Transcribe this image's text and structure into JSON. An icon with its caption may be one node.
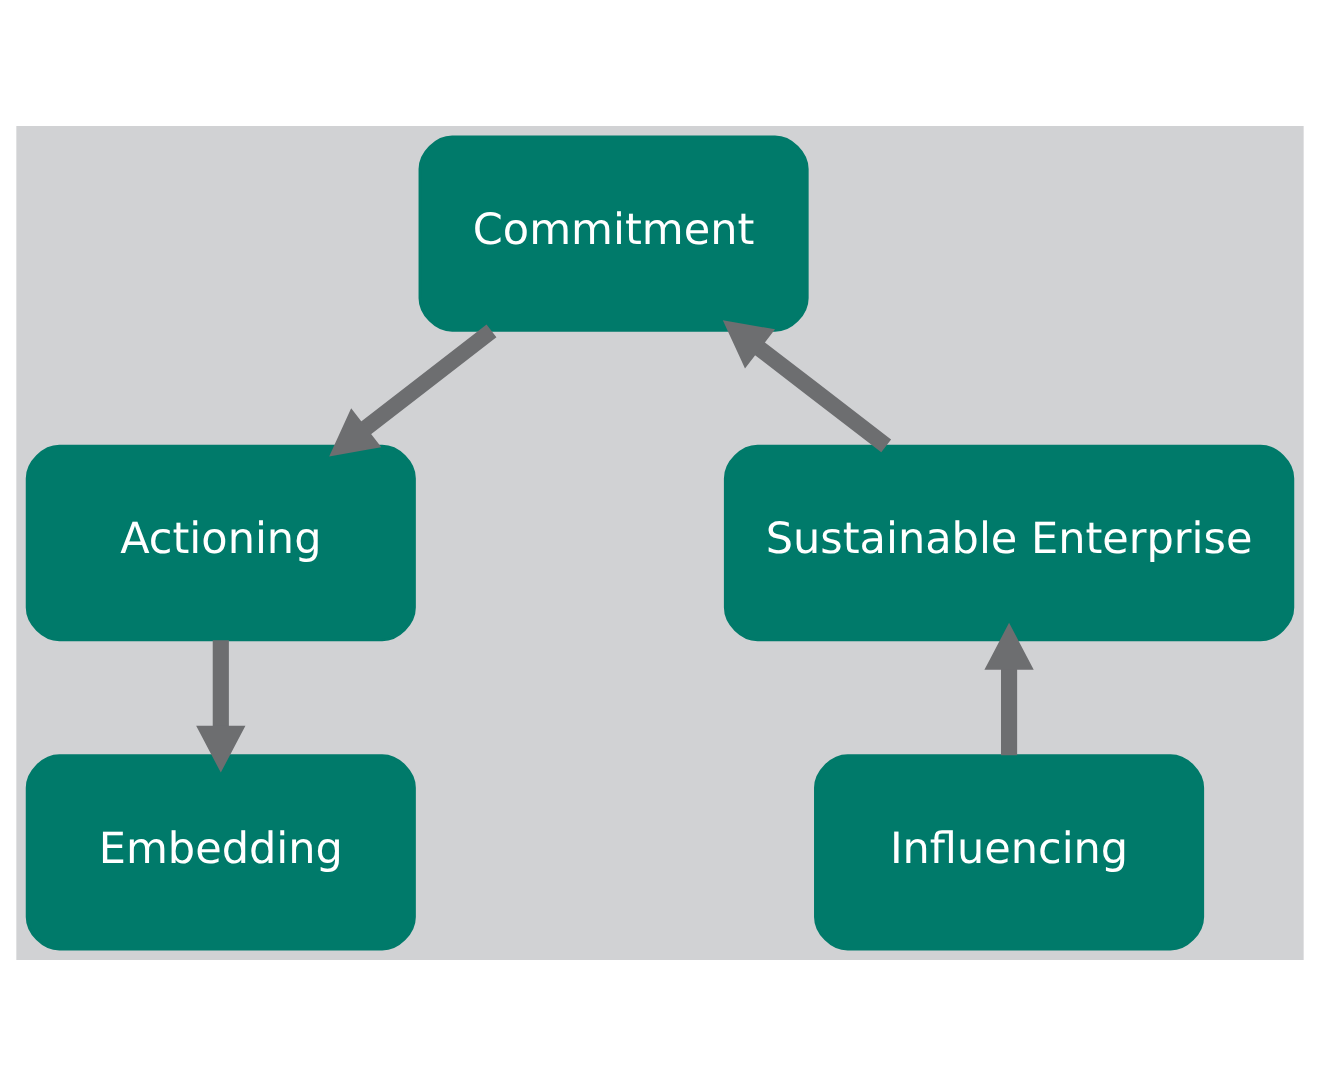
{
  "diagram": {
    "nodes": [
      {
        "text": [
          "Commitment"
        ]
      },
      {
        "text": [
          "Sustainable Enterprise"
        ]
      },
      {
        "text": [
          "Actioning"
        ]
      },
      {
        "text": [
          "Influencing"
        ]
      },
      {
        "text": [
          "Embedding"
        ]
      }
    ],
    "edges": [
      {
        "from": 0,
        "to": 2,
        "arrow": "to"
      },
      {
        "from": 2,
        "to": 4,
        "arrow": "to"
      },
      {
        "from": 3,
        "to": 1,
        "arrow": "to"
      },
      {
        "from": 1,
        "to": 0,
        "arrow": "to"
      }
    ]
  }
}
